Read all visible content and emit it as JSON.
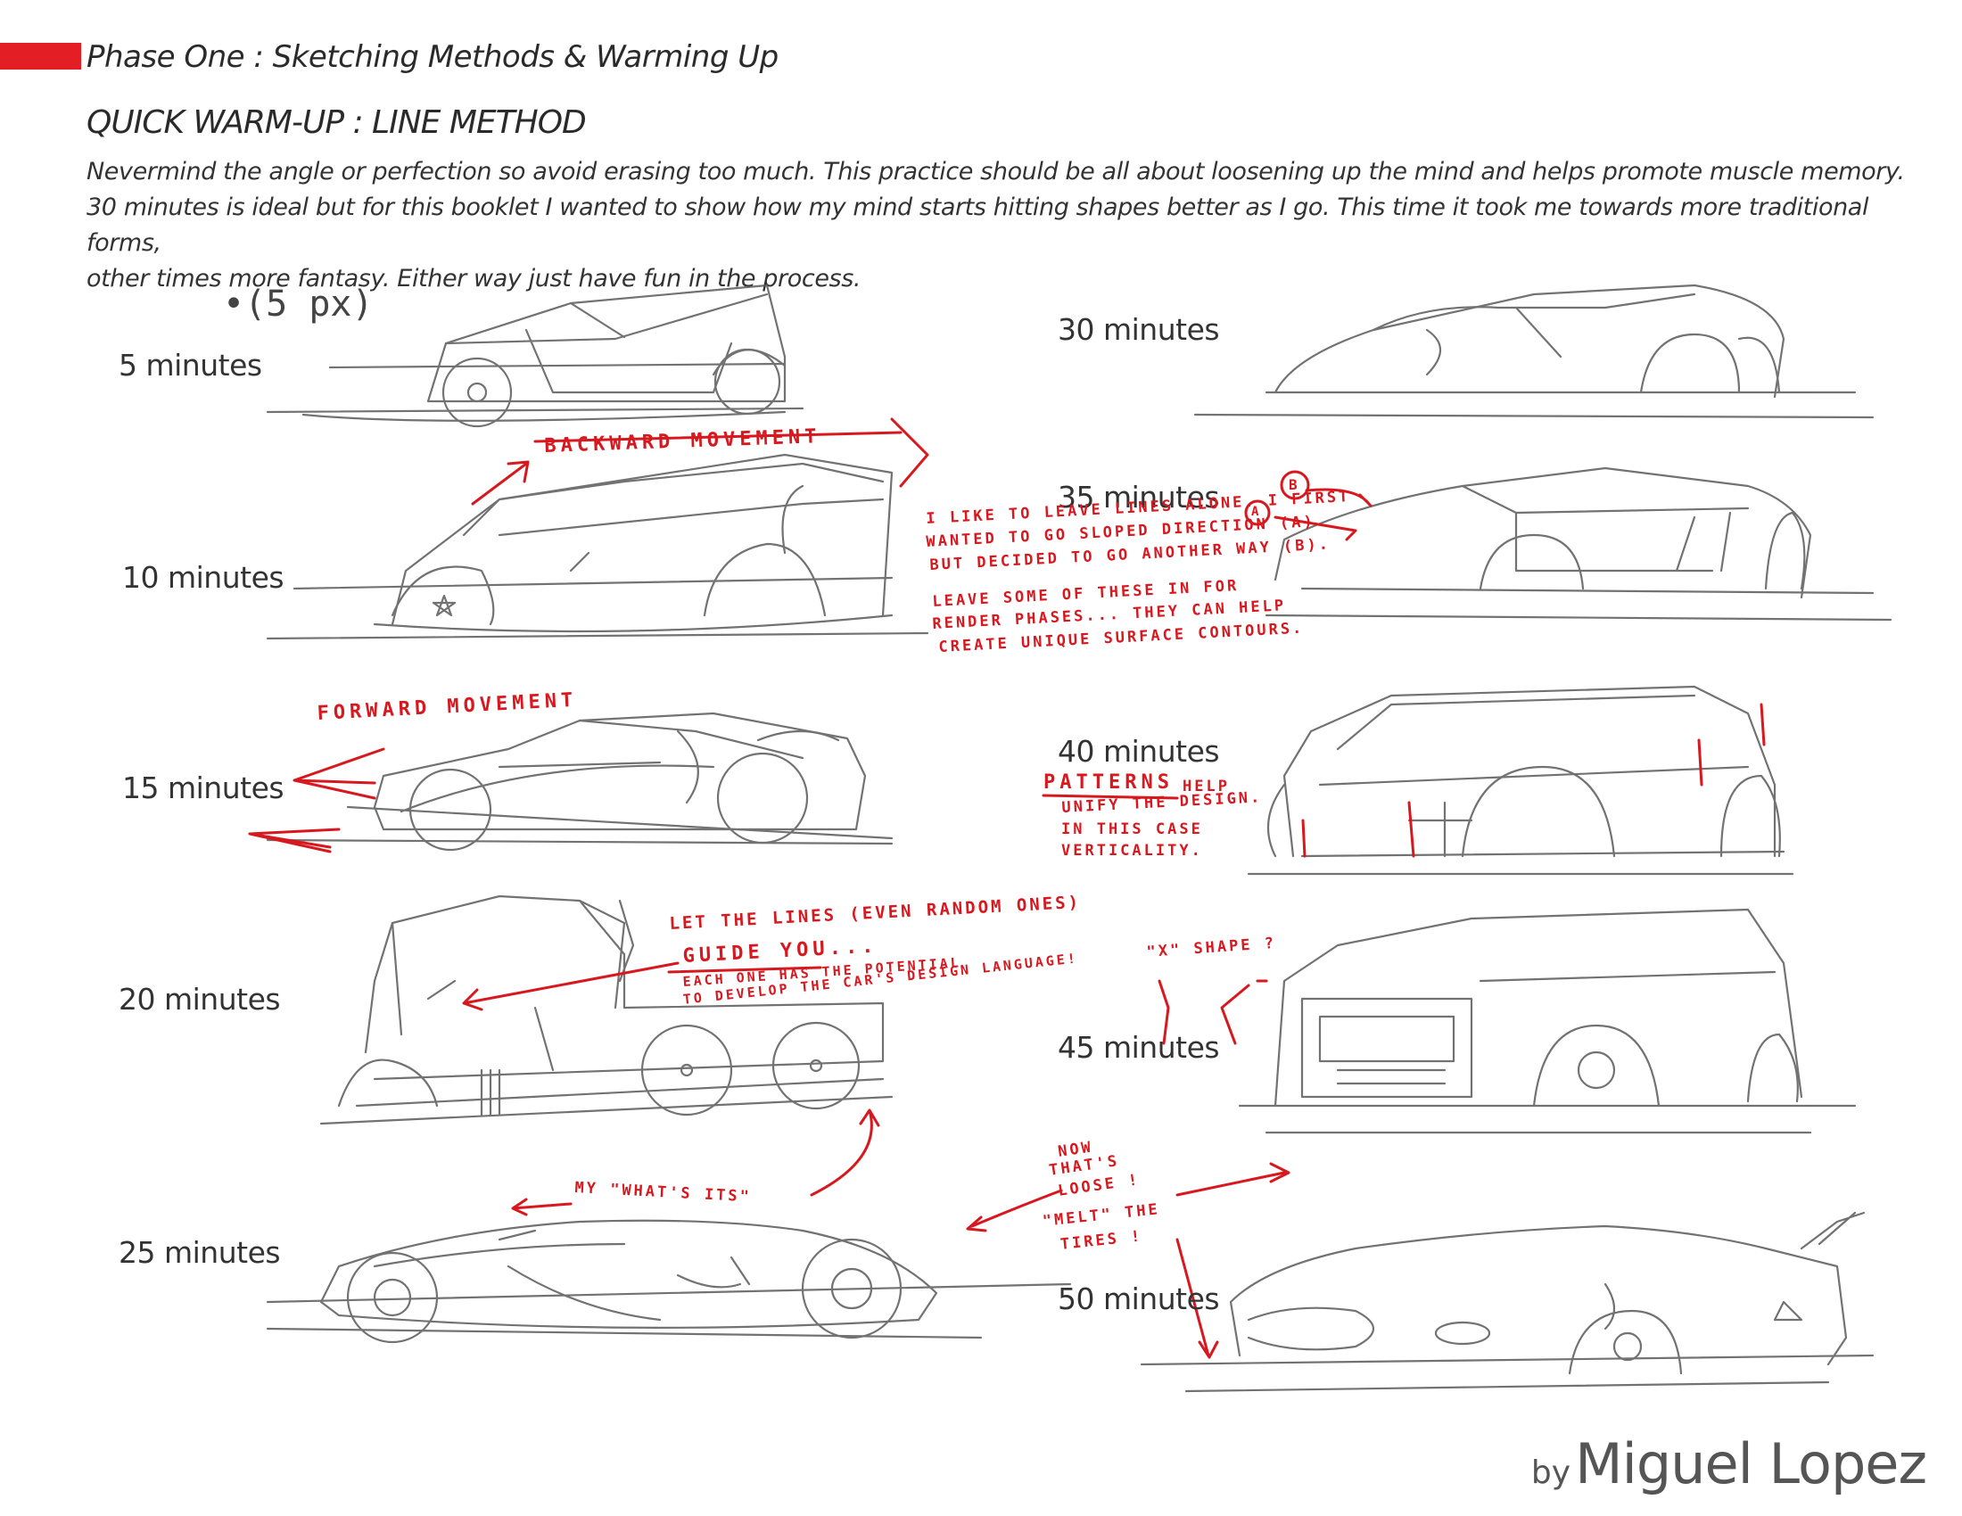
{
  "header": {
    "phase_title": "Phase One : Sketching Methods & Warming Up",
    "section_title": "QUICK WARM-UP : LINE METHOD",
    "intro_lines": [
      "Nevermind the angle or perfection so avoid erasing too much. This practice should be all about loosening up the mind and helps promote muscle memory.",
      "30 minutes is ideal but for this booklet I wanted to show how my mind starts hitting shapes better as I go. This time it took me towards more traditional forms,",
      "other times more fantasy. Either way just have fun in the process."
    ]
  },
  "timestamps": {
    "m5": "5 minutes",
    "m10": "10 minutes",
    "m15": "15 minutes",
    "m20": "20 minutes",
    "m25": "25 minutes",
    "m30": "30 minutes",
    "m35": "35 minutes",
    "m40": "40 minutes",
    "m45": "45 minutes",
    "m50": "50 minutes"
  },
  "handwritten": {
    "brush": "•(5 px)",
    "backward": "BACKWARD MOVEMENT",
    "forward": "FORWARD MOVEMENT",
    "leave_lines_1": "I LIKE TO LEAVE LINES ALONE. I FIRST",
    "leave_lines_2": "WANTED TO GO SLOPED DIRECTION (A)",
    "leave_lines_3": "BUT DECIDED TO GO ANOTHER WAY (B).",
    "leave_some_1": "LEAVE SOME OF THESE IN FOR",
    "leave_some_2": "RENDER PHASES... THEY CAN HELP",
    "leave_some_3": "CREATE UNIQUE SURFACE CONTOURS.",
    "marker_a": "A",
    "marker_b": "B",
    "patterns": "PATTERNS",
    "patterns_help": "HELP",
    "patterns_2": "UNIFY THE DESIGN.",
    "patterns_3": "IN THIS CASE",
    "patterns_4": "VERTICALITY.",
    "let_lines": "LET THE LINES (EVEN RANDOM ONES)",
    "guide_you": "GUIDE YOU...",
    "each_one_1": "EACH ONE HAS THE POTENTIAL",
    "each_one_2": "TO DEVELOP THE CAR'S DESIGN LANGUAGE!",
    "x_shape": "\"X\" SHAPE ?",
    "whats_its": "MY \"WHAT'S ITS\"",
    "now_1": "NOW",
    "now_2": "THAT'S",
    "now_3": "LOOSE !",
    "melt_1": "\"MELT\" THE",
    "melt_2": "TIRES !"
  },
  "signature": {
    "by": "by",
    "name": "Miguel Lopez"
  },
  "colors": {
    "accent": "#e31e24",
    "annotation": "#d7191f",
    "sketch_line": "#555555"
  }
}
